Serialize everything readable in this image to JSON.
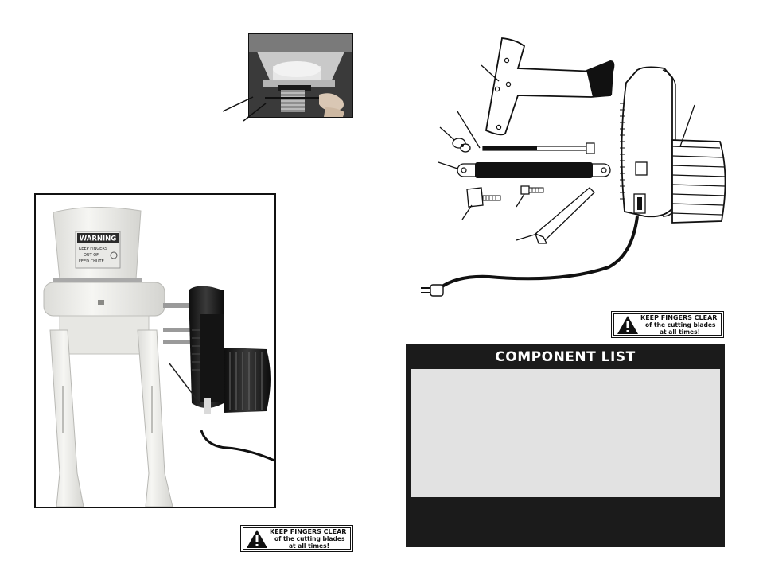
{
  "warnings": {
    "left": {
      "line1": "KEEP FINGERS CLEAR",
      "line2": "of the cutting blades",
      "line3": "at all times!"
    },
    "right": {
      "line1": "KEEP FINGERS CLEAR",
      "line2": "of the cutting blades",
      "line3": "at all times!"
    }
  },
  "machine_label": {
    "heading": "WARNING",
    "line1": "KEEP FINGERS",
    "line2": "OUT OF",
    "line3": "FEED CHUTE"
  },
  "component_list": {
    "title": "COMPONENT LIST"
  },
  "colors": {
    "panel": "#1b1b1b",
    "panel_body": "#e2e2e2",
    "motor": "#1c1c1c",
    "machine_white": "#f1f1ee"
  }
}
